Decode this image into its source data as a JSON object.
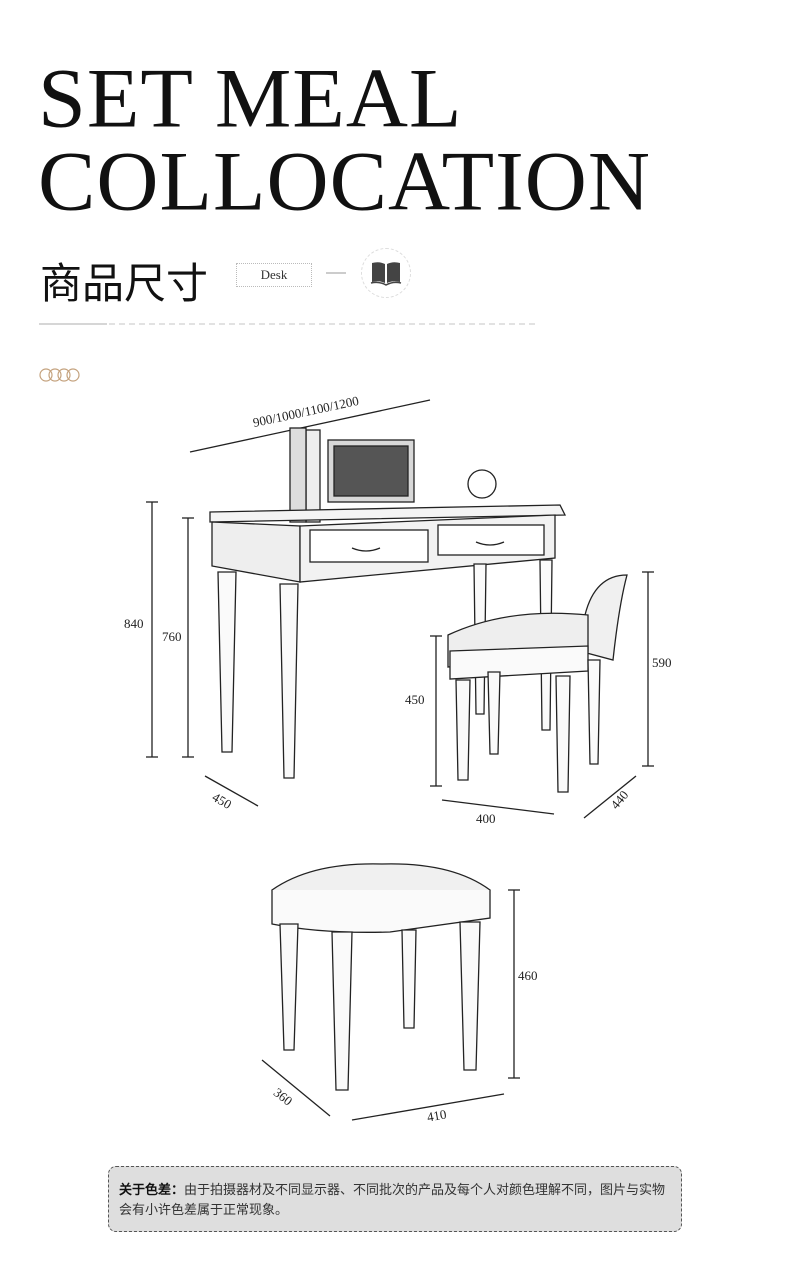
{
  "header": {
    "title_line1": "SET MEAL",
    "title_line2": "COLLOCATION"
  },
  "section": {
    "title_cn": "商品尺寸",
    "tag": "Desk"
  },
  "dimensions": {
    "desk_width": "900/1000/1100/1200",
    "desk_total_height": "840",
    "desk_table_height": "760",
    "desk_depth": "450",
    "chair_seat_height": "450",
    "chair_total_height": "590",
    "chair_width": "400",
    "chair_depth": "440",
    "stool_height": "460",
    "stool_depth": "360",
    "stool_width": "410"
  },
  "notice": {
    "label": "关于色差：",
    "text": "由于拍摄器材及不同显示器、不同批次的产品及每个人对颜色理解不同，图片与实物会有小许色差属于正常现象。"
  },
  "colors": {
    "ring": "#c4a27e",
    "note_bg": "#dedede"
  }
}
